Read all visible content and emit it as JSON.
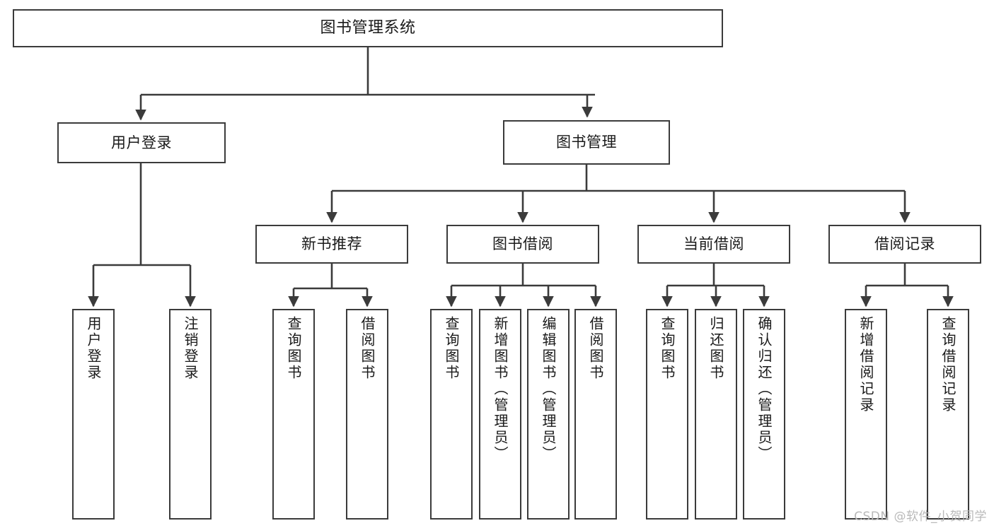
{
  "diagram": {
    "title": "图书管理系统",
    "type": "tree-hierarchy",
    "colors": {
      "box_border": "#3b3b3b",
      "box_fill": "#ffffff",
      "connector": "#3b3b3b",
      "text": "#1a1a1a",
      "background": "#ffffff",
      "watermark": "#b9b9b9"
    },
    "nodes": {
      "root": {
        "label": "图书管理系统"
      },
      "level2": [
        {
          "label": "用户登录"
        },
        {
          "label": "图书管理"
        }
      ],
      "level3": [
        {
          "label": "新书推荐"
        },
        {
          "label": "图书借阅"
        },
        {
          "label": "当前借阅"
        },
        {
          "label": "借阅记录"
        }
      ],
      "leaves": {
        "user_login": [
          {
            "label": "用户登录"
          },
          {
            "label": "注销登录"
          }
        ],
        "new_book_recommend": [
          {
            "label": "查询图书"
          },
          {
            "label": "借阅图书"
          }
        ],
        "book_borrow": [
          {
            "label": "查询图书"
          },
          {
            "label": "新增图书（管理员）"
          },
          {
            "label": "编辑图书（管理员）"
          },
          {
            "label": "借阅图书"
          }
        ],
        "current_borrow": [
          {
            "label": "查询图书"
          },
          {
            "label": "归还图书"
          },
          {
            "label": "确认归还（管理员）"
          }
        ],
        "borrow_record": [
          {
            "label": "新增借阅记录"
          },
          {
            "label": "查询借阅记录"
          }
        ]
      }
    }
  },
  "watermark": {
    "text": "CSDN @软件_小贺同学"
  }
}
